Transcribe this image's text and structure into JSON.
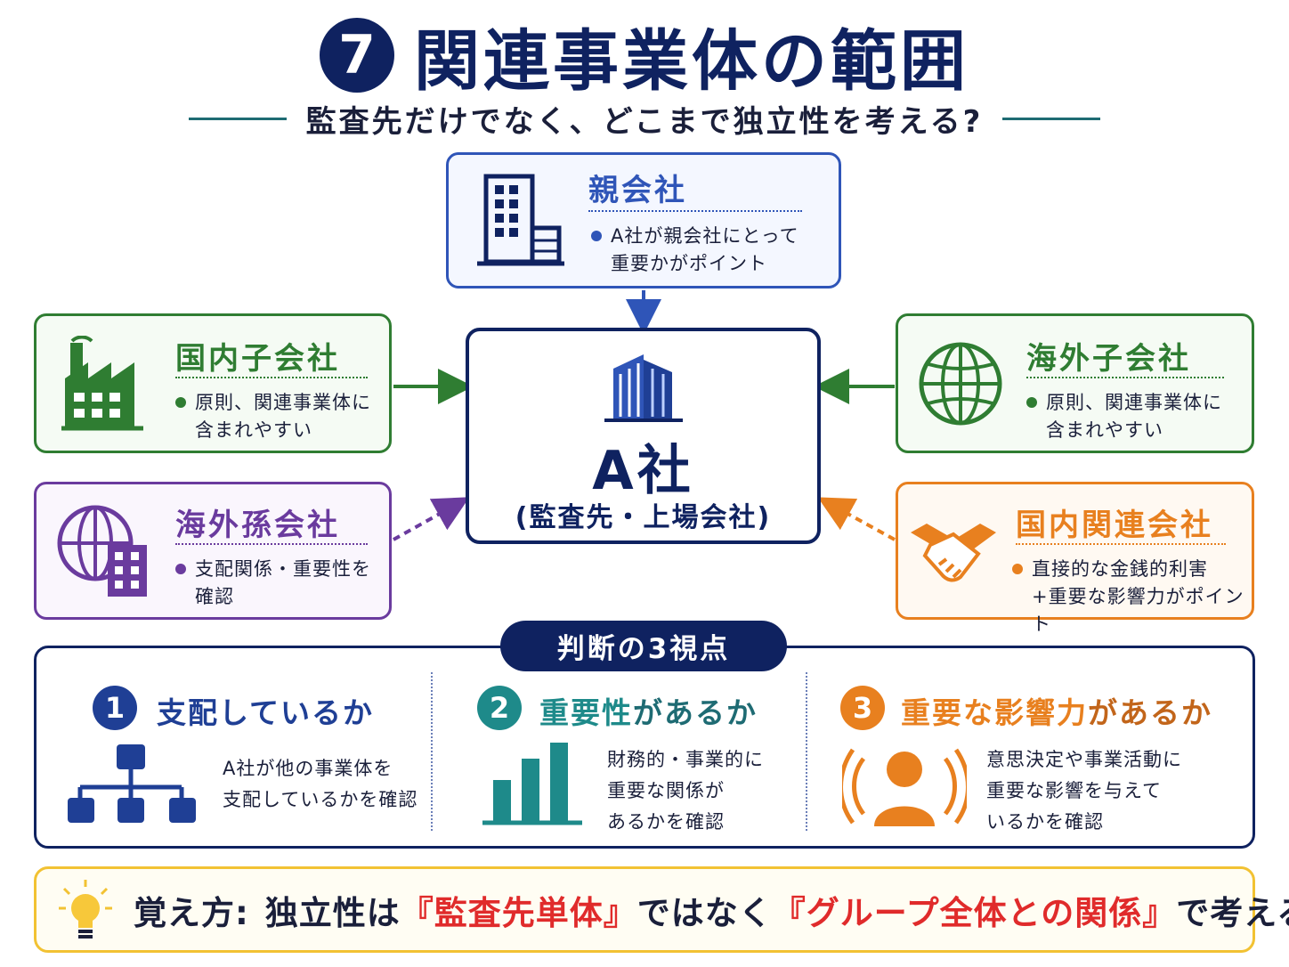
{
  "title": {
    "number": "7",
    "text": "関連事業体の範囲"
  },
  "subtitle": "監査先だけでなく、どこまで独立性を考える?",
  "center": {
    "name": "A社",
    "sub": "(監査先・上場会社)"
  },
  "parent": {
    "name": "親会社",
    "desc1": "A社が親会社にとって",
    "desc2": "重要かがポイント"
  },
  "domestic_sub": {
    "name": "国内子会社",
    "desc1": "原則、関連事業体に",
    "desc2": "含まれやすい"
  },
  "overseas_sub": {
    "name": "海外子会社",
    "desc1": "原則、関連事業体に",
    "desc2": "含まれやすい"
  },
  "overseas_grand": {
    "name": "海外孫会社",
    "desc1": "支配関係・重要性を",
    "desc2": "確認"
  },
  "domestic_assoc": {
    "name": "国内関連会社",
    "desc1": "直接的な金銭的利害",
    "desc2": "+重要な影響力がポイント"
  },
  "perspectives": {
    "title": "判断の3視点",
    "items": [
      {
        "num": "1",
        "head": "支配しているか",
        "head_rest": "",
        "lines": [
          "A社が他の事業体を",
          "支配しているかを確認"
        ]
      },
      {
        "num": "2",
        "head": "重要性",
        "head_rest": "があるか",
        "lines": [
          "財務的・事業的に",
          "重要な関係が",
          "あるかを確認"
        ]
      },
      {
        "num": "3",
        "head": "重要な影響力",
        "head_rest": "があるか",
        "lines": [
          "意思決定や事業活動に",
          "重要な影響を与えて",
          "いるかを確認"
        ]
      }
    ]
  },
  "tip": {
    "prefix": "覚え方:",
    "part1": "独立性は",
    "emph1": "『監査先単体』",
    "part2": "ではなく",
    "emph2": "『グループ全体との関係』",
    "part3": "で考える"
  },
  "colors": {
    "navy": "#0f2260",
    "blue": "#2f55b8",
    "green": "#2f7d32",
    "purple": "#6a3b9e",
    "orange": "#e8801f",
    "teal": "#1e8a8a",
    "red": "#e02b2b",
    "yellow": "#f2c233"
  }
}
